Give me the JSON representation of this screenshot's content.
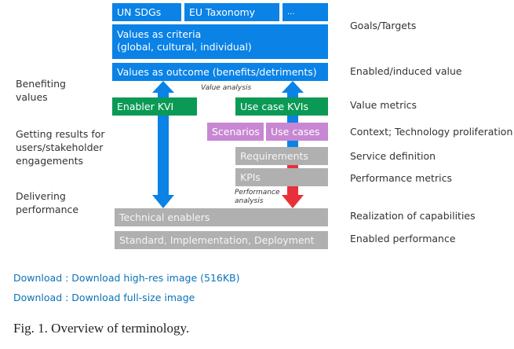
{
  "diagram": {
    "top_row": [
      "UN SDGs",
      "EU Taxonomy",
      "..."
    ],
    "values_criteria": [
      "Values as criteria",
      "(global, cultural, individual)"
    ],
    "values_outcome": "Values as outcome (benefits/detriments)",
    "value_analysis_note": "Value analysis",
    "enabler_kvi": "Enabler KVI",
    "use_case_kvis": "Use case KVIs",
    "scenarios": "Scenarios",
    "use_cases": "Use cases",
    "requirements": "Requirements",
    "kpis": "KPIs",
    "performance_analysis_note": [
      "Performance",
      "analysis"
    ],
    "technical_enablers": "Technical enablers",
    "standard_impl": "Standard, Implementation, Deployment",
    "left_labels": [
      [
        "Benefiting",
        "values"
      ],
      [
        "Getting results for",
        "users/stakeholder",
        "engagements"
      ],
      [
        "Delivering",
        "performance"
      ]
    ],
    "right_labels": [
      "Goals/Targets",
      "Enabled/induced value",
      "Value metrics",
      "Context; Technology proliferation",
      "Service definition",
      "Performance metrics",
      "Realization of capabilities",
      "Enabled performance"
    ],
    "colors": {
      "blue": "#0a82e6",
      "green": "#0a9a55",
      "purple": "#c887d3",
      "gray": "#b0b0b0",
      "red": "#e8303a"
    }
  },
  "links": [
    "Download : Download high-res image (516KB)",
    "Download : Download full-size image"
  ],
  "caption": "Fig. 1. Overview of terminology."
}
